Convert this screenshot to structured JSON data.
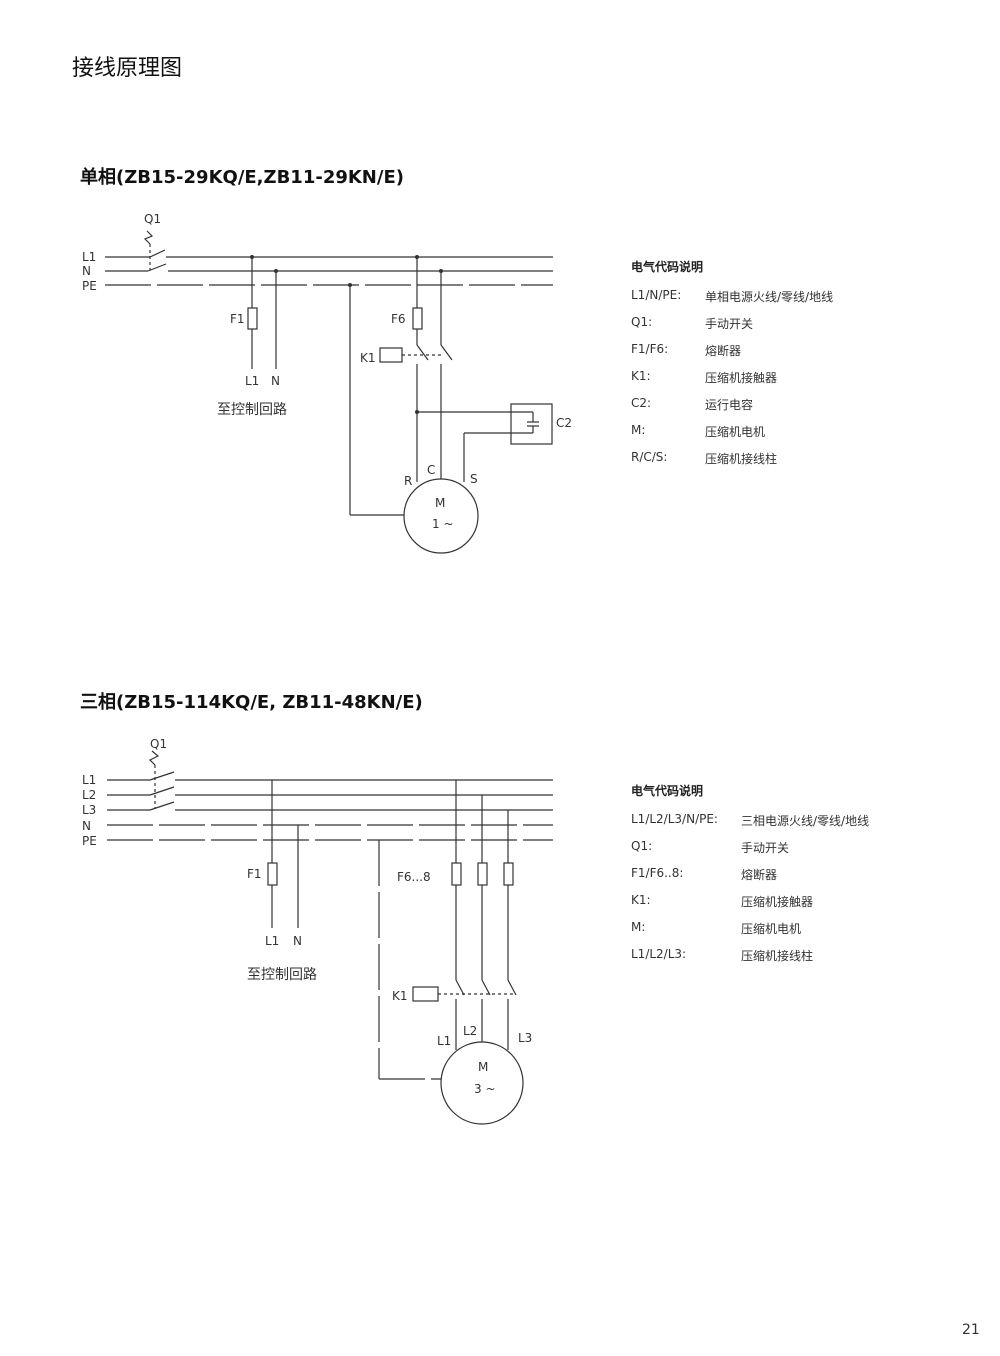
{
  "page": {
    "title": "接线原理图",
    "page_number": "21"
  },
  "single_phase": {
    "title": "单相(ZB15-29KQ/E,ZB11-29KN/E)",
    "labels": {
      "q1": "Q1",
      "l1": "L1",
      "n": "N",
      "pe": "PE",
      "f1": "F1",
      "f6": "F6",
      "k1": "K1",
      "c2": "C2",
      "out_l1": "L1",
      "out_n": "N",
      "to_control": "至控制回路",
      "r": "R",
      "c": "C",
      "s": "S",
      "motor": "M",
      "motor_type": "1 ~"
    },
    "legend": {
      "title": "电气代码说明",
      "items": [
        {
          "code": "L1/N/PE:",
          "desc": "单相电源火线/零线/地线"
        },
        {
          "code": "Q1:",
          "desc": "手动开关"
        },
        {
          "code": "F1/F6:",
          "desc": "熔断器"
        },
        {
          "code": "K1:",
          "desc": "压缩机接触器"
        },
        {
          "code": "C2:",
          "desc": "运行电容"
        },
        {
          "code": "M:",
          "desc": "压缩机电机"
        },
        {
          "code": "R/C/S:",
          "desc": "压缩机接线柱"
        }
      ]
    }
  },
  "three_phase": {
    "title": "三相(ZB15-114KQ/E, ZB11-48KN/E)",
    "labels": {
      "q1": "Q1",
      "l1": "L1",
      "l2": "L2",
      "l3": "L3",
      "n": "N",
      "pe": "PE",
      "f1": "F1",
      "f6_8": "F6...8",
      "k1": "K1",
      "out_l1": "L1",
      "out_n": "N",
      "to_control": "至控制回路",
      "m_l1": "L1",
      "m_l2": "L2",
      "m_l3": "L3",
      "motor": "M",
      "motor_type": "3 ~"
    },
    "legend": {
      "title": "电气代码说明",
      "items": [
        {
          "code": "L1/L2/L3/N/PE:",
          "desc": "三相电源火线/零线/地线"
        },
        {
          "code": "Q1:",
          "desc": "手动开关"
        },
        {
          "code": "F1/F6..8:",
          "desc": "熔断器"
        },
        {
          "code": "K1:",
          "desc": "压缩机接触器"
        },
        {
          "code": "M:",
          "desc": "压缩机电机"
        },
        {
          "code": "L1/L2/L3:",
          "desc": "压缩机接线柱"
        }
      ]
    }
  }
}
